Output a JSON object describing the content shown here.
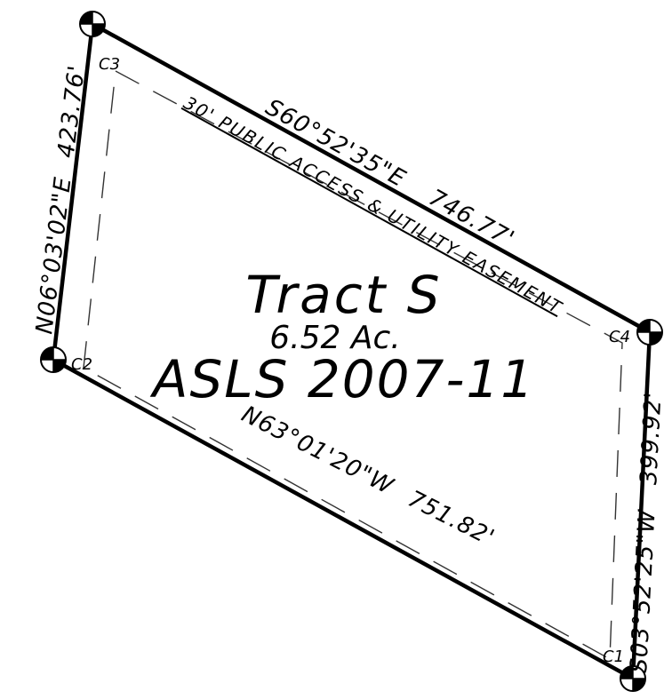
{
  "tract": {
    "name": "Tract S",
    "area": "6.52 Ac.",
    "survey": "ASLS 2007-11"
  },
  "easement": {
    "label": "30' PUBLIC ACCESS & UTILITY EASEMENT"
  },
  "corners": {
    "c1": "C1",
    "c2": "C2",
    "c3": "C3",
    "c4": "C4"
  },
  "calls": {
    "north": {
      "bearing": "S60°52'35\"E",
      "distance": "746.77'"
    },
    "east": {
      "bearing": "S03°52'25\"W",
      "distance": "399.92'"
    },
    "south": {
      "bearing": "N63°01'20\"W",
      "distance": "751.82'"
    },
    "west": {
      "bearing": "N06°03'02\"E",
      "distance": "423.76'"
    }
  }
}
